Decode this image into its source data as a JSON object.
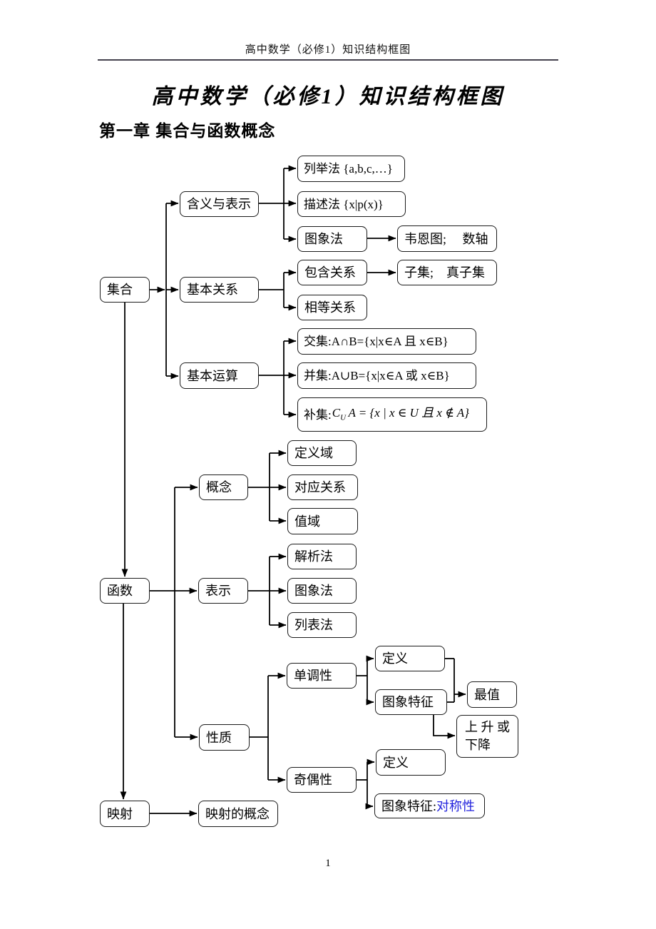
{
  "page": {
    "running_header": "高中数学（必修1）知识结构框图",
    "title": "高中数学（必修1）知识结构框图",
    "chapter_heading": "第一章 集合与函数概念",
    "page_number": "1"
  },
  "colors": {
    "symmetry_text_blue": "#2323dd",
    "diagram_line": "#000000",
    "box_border": "#1b1b1b"
  },
  "nodes": {
    "jihe": "集合",
    "hanshu": "函数",
    "yingshe": "映射",
    "hanyi_biaoshi": "含义与表示",
    "jiben_guanxi": "基本关系",
    "jiben_yunsuan": "基本运算",
    "gainian": "概念",
    "biaoshi": "表示",
    "xingzhi": "性质",
    "yingshe_gainian": "映射的概念",
    "lieju_fa": "列举法  {a,b,c,…}",
    "miaoshu_fa": "描述法  {x|p(x)}",
    "tuxiang_fa_set": "图象法",
    "weien_tu": "韦恩图;　 数轴",
    "baohan_guanxi": "包含关系",
    "ziji_zhenziji": "子集;　真子集",
    "xiangdeng_guanxi": "相等关系",
    "jiaoji": "交集:A∩B={x|x∈A 且 x∈B}",
    "bingji": "并集:A∪B={x|x∈A 或 x∈B}",
    "buji_prefix": "补集:",
    "buji_c": "C",
    "buji_sub": "U",
    "buji_rest": "A = {x | x ∈ U 且 x ∉ A}",
    "dingyiyu": "定义域",
    "duiying_guanxi": "对应关系",
    "zhiyu": "值域",
    "jiexi_fa": "解析法",
    "tuxiang_fa_func": "图象法",
    "liebiao_fa": "列表法",
    "dandiaoxing": "单调性",
    "qiouxing": "奇偶性",
    "dingyi_mono": "定义",
    "tuxiang_tezheng_mono": "图象特征",
    "zuizhi": "最值",
    "shangsheng_line1": "上 升 或",
    "shangsheng_line2": "下降",
    "dingyi_parity": "定义",
    "tuxiang_tezheng_parity": "图象特征:",
    "duichenxing": "对称性"
  }
}
